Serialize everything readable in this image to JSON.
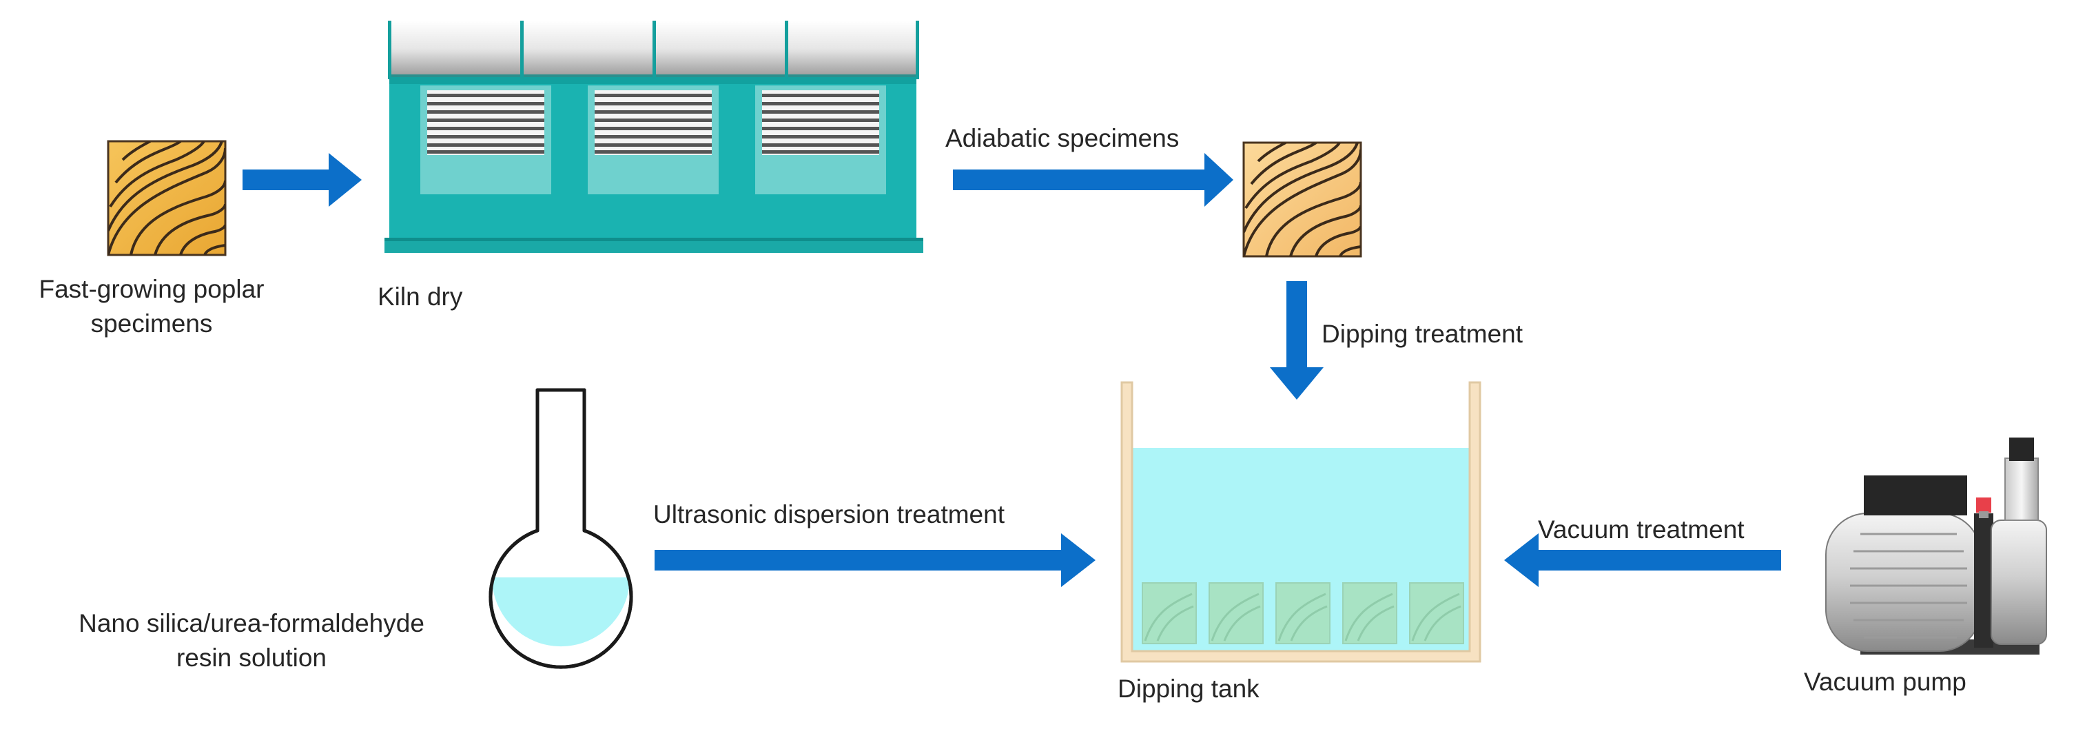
{
  "labels": {
    "poplar_line1": "Fast-growing poplar",
    "poplar_line2": "specimens",
    "kiln": "Kiln dry",
    "adiabatic": "Adiabatic specimens",
    "dipping_treatment": "Dipping treatment",
    "ultrasonic": "Ultrasonic dispersion treatment",
    "vacuum_treatment": "Vacuum treatment",
    "solution_line1": "Nano silica/urea-formaldehyde",
    "solution_line2": "resin solution",
    "dipping_tank": "Dipping tank",
    "vacuum_pump": "Vacuum pump"
  },
  "colors": {
    "arrow": "#0c6fc9",
    "wood_fill": "#f2b544",
    "kiln_body": "#1ab3b1",
    "tank_liquid": "#adf5f8",
    "tank_wall": "#f7e2c2"
  }
}
